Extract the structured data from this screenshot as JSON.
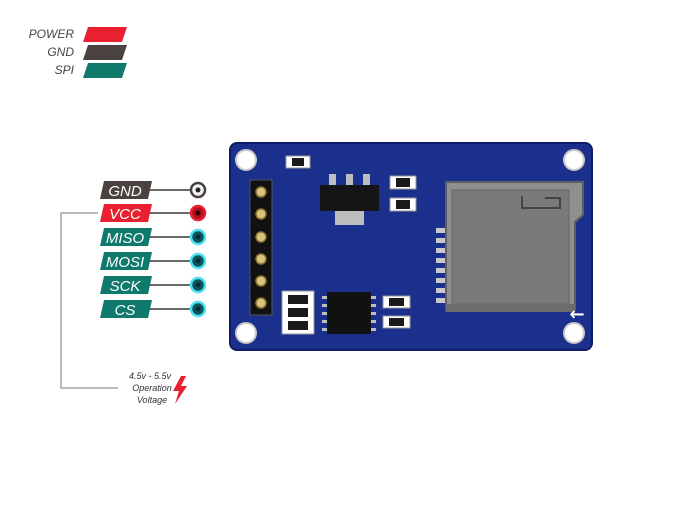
{
  "legend": [
    {
      "label": "POWER",
      "color": "#e8202f"
    },
    {
      "label": "GND",
      "color": "#4a423e"
    },
    {
      "label": "SPI",
      "color": "#0f7a6b"
    }
  ],
  "pins": [
    {
      "label": "GND",
      "type": "gnd",
      "label_color": "#4a423e",
      "dot_ring": "#4a423e",
      "dot_fill": "#f2f2f2"
    },
    {
      "label": "VCC",
      "type": "power",
      "label_color": "#e8202f",
      "dot_ring": "#e8202f",
      "dot_fill": "#b0121d"
    },
    {
      "label": "MISO",
      "type": "spi",
      "label_color": "#0f7a6b",
      "dot_ring": "#4ee0f0",
      "dot_fill": "#0b5560"
    },
    {
      "label": "MOSI",
      "type": "spi",
      "label_color": "#0f7a6b",
      "dot_ring": "#4ee0f0",
      "dot_fill": "#0b5560"
    },
    {
      "label": "SCK",
      "type": "spi",
      "label_color": "#0f7a6b",
      "dot_ring": "#4ee0f0",
      "dot_fill": "#0b5560"
    },
    {
      "label": "CS",
      "type": "spi",
      "label_color": "#0f7a6b",
      "dot_ring": "#4ee0f0",
      "dot_fill": "#0b5560"
    }
  ],
  "voltage_note": {
    "range": "4.5v - 5.5v",
    "line1": "Operation",
    "line2": "Voltage",
    "icon": "lightning-bolt-icon",
    "icon_color": "#e8202f"
  },
  "board": {
    "pcb_color": "#1b2f8c",
    "pcb_edge_color": "#0f1d66",
    "arrow_glyph": "←"
  }
}
